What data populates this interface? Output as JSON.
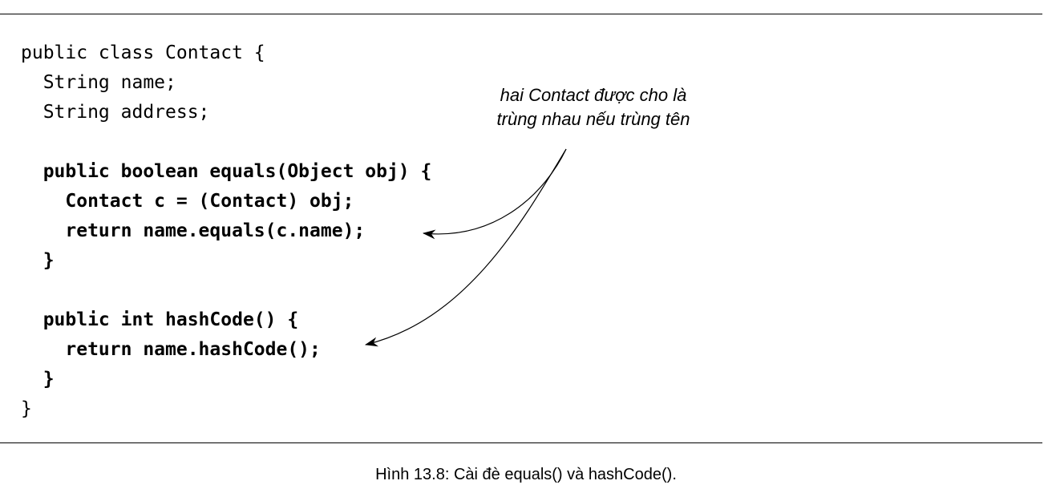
{
  "code": {
    "lines": [
      {
        "text": "public class Contact {",
        "bold": false
      },
      {
        "text": "  String name;",
        "bold": false
      },
      {
        "text": "  String address;",
        "bold": false
      },
      {
        "text": "",
        "bold": false
      },
      {
        "text": "  public boolean equals(Object obj) {",
        "bold": true
      },
      {
        "text": "    Contact c = (Contact) obj;",
        "bold": true
      },
      {
        "text": "    return name.equals(c.name);",
        "bold": true
      },
      {
        "text": "  }",
        "bold": true
      },
      {
        "text": "",
        "bold": false
      },
      {
        "text": "  public int hashCode() {",
        "bold": true
      },
      {
        "text": "    return name.hashCode();",
        "bold": true
      },
      {
        "text": "  }",
        "bold": true
      },
      {
        "text": "}",
        "bold": false
      }
    ]
  },
  "annotation": {
    "line1": "hai Contact được cho là",
    "line2": "trùng nhau nếu trùng tên"
  },
  "caption": "Hình 13.8: Cài đè equals() và hashCode()."
}
